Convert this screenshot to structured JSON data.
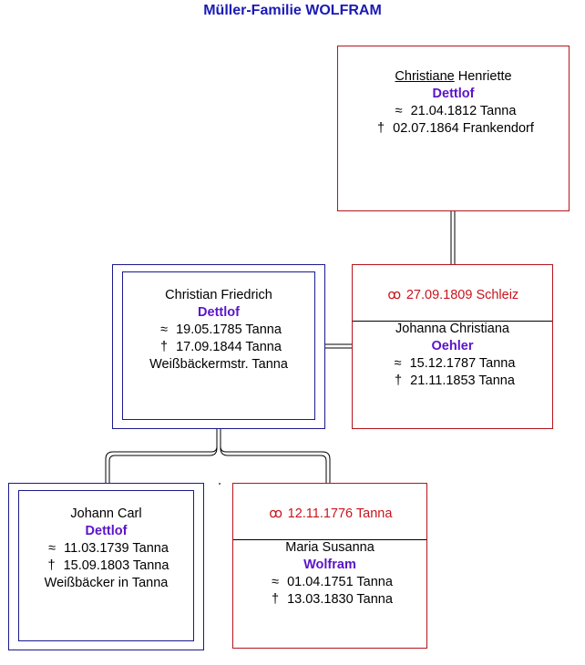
{
  "title": "Müller-Familie WOLFRAM",
  "symbols": {
    "birth": "≈",
    "death": "†",
    "marriage": "ꝏ"
  },
  "persons": {
    "christiane": {
      "first_underlined": "Christiane",
      "first_rest": " Henriette",
      "surname": "Dettlof",
      "birth": "21.04.1812 Tanna",
      "death": "02.07.1864 Frankendorf"
    },
    "christian": {
      "first": "Christian Friedrich",
      "surname": "Dettlof",
      "birth": "19.05.1785 Tanna",
      "death": "17.09.1844 Tanna",
      "occupation": "Weißbäckermstr. Tanna"
    },
    "johanna": {
      "marriage": "27.09.1809 Schleiz",
      "first": "Johanna Christiana",
      "surname": "Oehler",
      "birth": "15.12.1787 Tanna",
      "death": "21.11.1853 Tanna"
    },
    "johann": {
      "first": "Johann Carl",
      "surname": "Dettlof",
      "birth": "11.03.1739 Tanna",
      "death": "15.09.1803 Tanna",
      "occupation": "Weißbäcker in Tanna"
    },
    "maria": {
      "marriage": "12.11.1776 Tanna",
      "first": "Maria Susanna",
      "surname": "Wolfram",
      "birth": "01.04.1751 Tanna",
      "death": "13.03.1830 Tanna"
    }
  },
  "colors": {
    "title": "#1a1ab5",
    "surname": "#5a14c8",
    "red": "#b5141c",
    "navy": "#1a1a8c"
  }
}
